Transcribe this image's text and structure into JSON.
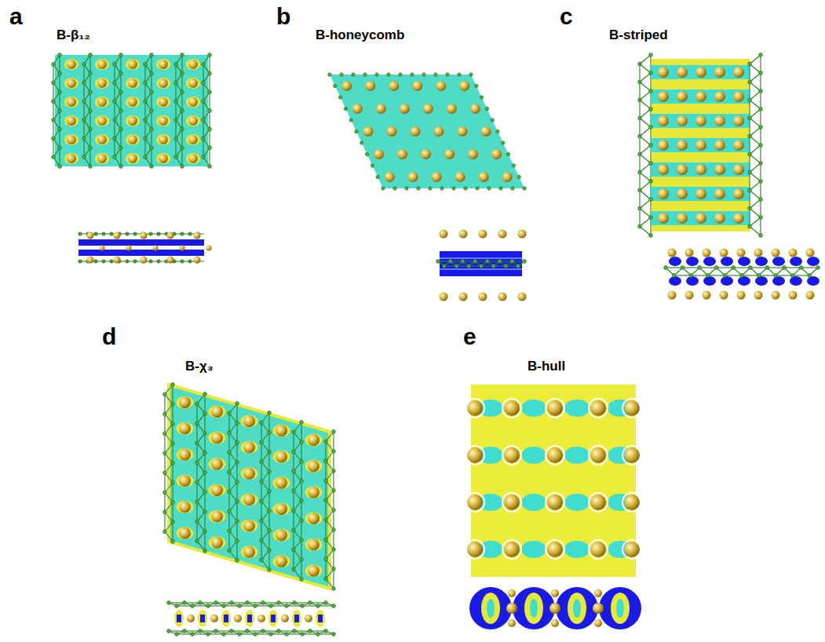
{
  "diagram": {
    "labels": [
      "a",
      "B-β₁₂",
      "b",
      "B-honeycomb",
      "c",
      "B-striped",
      "d",
      "B-χ₃",
      "e",
      "B-hull"
    ]
  }
}
